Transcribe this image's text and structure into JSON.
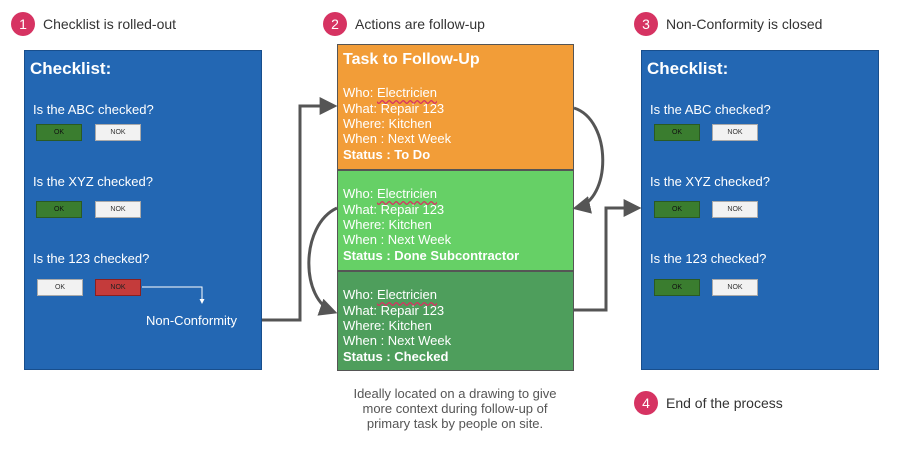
{
  "steps": [
    {
      "num": "1",
      "label": "Checklist is rolled-out"
    },
    {
      "num": "2",
      "label": "Actions are follow-up"
    },
    {
      "num": "3",
      "label": "Non-Conformity is closed"
    },
    {
      "num": "4",
      "label": "End of the process"
    }
  ],
  "checklist_left": {
    "title": "Checklist:",
    "questions": [
      "Is the ABC checked?",
      "Is the XYZ checked?",
      "Is the 123 checked?"
    ],
    "ok": "OK",
    "nok": "NOK",
    "nonconformity": "Non-Conformity"
  },
  "checklist_right": {
    "title": "Checklist:",
    "questions": [
      "Is the ABC checked?",
      "Is the XYZ checked?",
      "Is the 123 checked?"
    ],
    "ok": "OK",
    "nok": "NOK"
  },
  "tasks": {
    "title": "Task to Follow-Up",
    "items": [
      {
        "who_prefix": "Who: ",
        "who": "Electricien",
        "what": "What: Repair 123",
        "where": "Where: Kitchen",
        "when": "When : Next Week",
        "status": "Status : To Do",
        "color": "#f29d38"
      },
      {
        "who_prefix": "Who: ",
        "who": "Electricien",
        "what": "What: Repair 123",
        "where": "Where: Kitchen",
        "when": "When : Next Week",
        "status": "Status : Done Subcontractor",
        "color": "#66d066"
      },
      {
        "who_prefix": "Who: ",
        "who": "Electricien",
        "what": "What: Repair 123",
        "where": "Where: Kitchen",
        "when": "When : Next Week",
        "status": "Status : Checked",
        "color": "#4e9e5c"
      }
    ]
  },
  "note": "Ideally located on a drawing to give more context during follow-up of primary task by people on site.",
  "colors": {
    "step_badge": "#d63362",
    "panel": "#2367b3",
    "ok_active": "#3a7d2f",
    "nok_active": "#c43b3b",
    "arrow": "#555555"
  }
}
